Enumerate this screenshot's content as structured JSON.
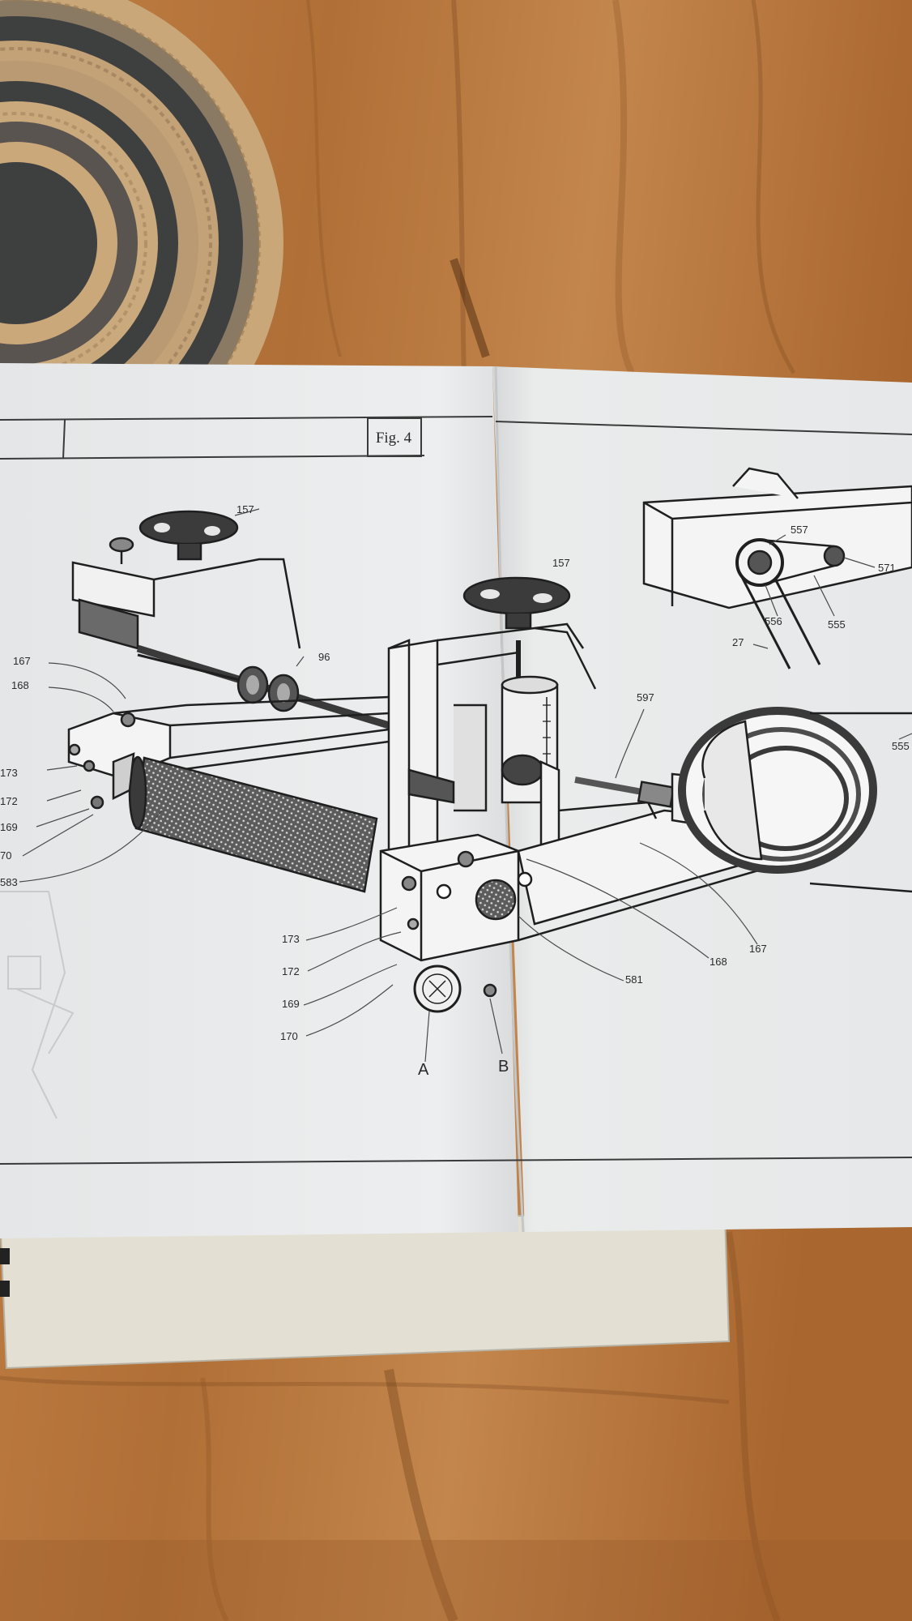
{
  "figure_label": "Fig. 4",
  "callouts": {
    "c157a": "157",
    "c157b": "157",
    "c96": "96",
    "c167a": "167",
    "c168a": "168",
    "c173a": "173",
    "c172a": "172",
    "c169a": "169",
    "c170a": "70",
    "c583": "583",
    "c173b": "173",
    "c172b": "172",
    "c169b": "169",
    "c170b": "170",
    "cA": "A",
    "cB": "B",
    "c581": "581",
    "c168b": "168",
    "c167b": "167",
    "c597": "597",
    "c557": "557",
    "c571": "571",
    "c556": "556",
    "c555": "555",
    "c27": "27",
    "c555edge": "555"
  },
  "colors": {
    "wood": "#b8783e",
    "paper": "#e9ebec",
    "ink": "#2a2a2a",
    "rug_dark": "#3e3f3f",
    "rug_light": "#c9a778"
  }
}
